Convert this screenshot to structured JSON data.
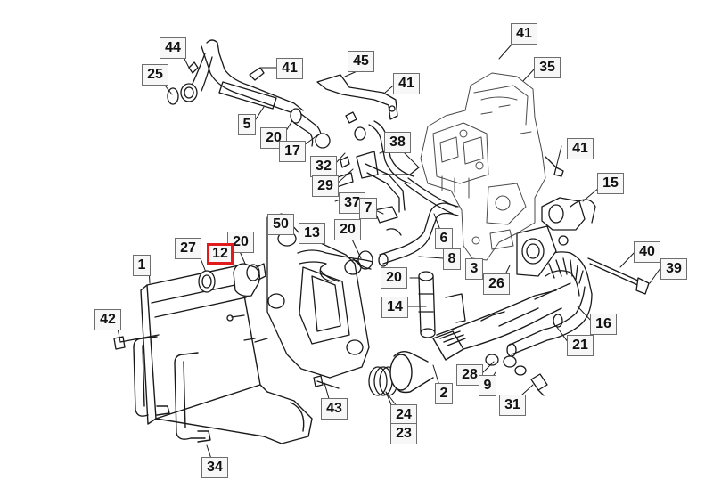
{
  "diagram": {
    "selected_callout": "12",
    "highlight_color": "#e11b1b",
    "line_color": "#1a1a1a",
    "callouts": [
      "44",
      "41",
      "25",
      "45",
      "41",
      "5",
      "20",
      "17",
      "41",
      "35",
      "32",
      "38",
      "29",
      "41",
      "37",
      "7",
      "15",
      "50",
      "13",
      "20",
      "6",
      "27",
      "20",
      "12",
      "8",
      "40",
      "1",
      "3",
      "39",
      "20",
      "26",
      "14",
      "42",
      "16",
      "21",
      "28",
      "9",
      "2",
      "31",
      "43",
      "24",
      "23",
      "34"
    ]
  }
}
